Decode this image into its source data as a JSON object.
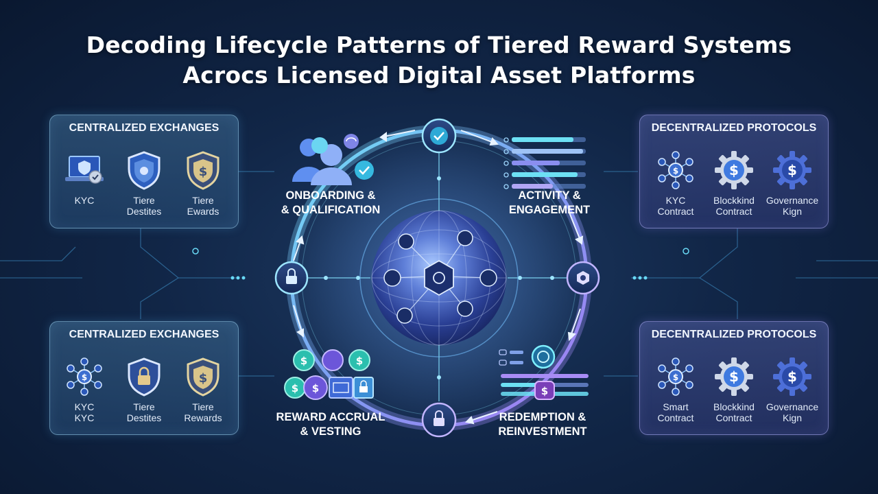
{
  "title": {
    "line1": "Decoding Lifecycle Patterns of Tiered Reward Systems",
    "line2": "Acrocs Licensed Digital Asset Platforms"
  },
  "panels": {
    "top_left": {
      "title": "CENTRALIZED EXCHANGES",
      "items": [
        {
          "icon": "laptop-shield-icon",
          "line1": "KYC",
          "line2": ""
        },
        {
          "icon": "shield-badge-icon",
          "line1": "Tiere",
          "line2": "Destites"
        },
        {
          "icon": "reward-shield-icon",
          "line1": "Tiere",
          "line2": "Ewards"
        }
      ]
    },
    "bottom_left": {
      "title": "CENTRALIZED EXCHANGES",
      "items": [
        {
          "icon": "network-hub-icon",
          "line1": "KYC",
          "line2": "KYC"
        },
        {
          "icon": "lock-shield-icon",
          "line1": "Tiere",
          "line2": "Destites"
        },
        {
          "icon": "dollar-shield-icon",
          "line1": "Tiere",
          "line2": "Rewards"
        }
      ]
    },
    "top_right": {
      "title": "DECENTRALIZED PROTOCOLS",
      "items": [
        {
          "icon": "network-hub-icon",
          "line1": "KYC",
          "line2": "Contract"
        },
        {
          "icon": "dollar-gear-icon",
          "line1": "Blockkind",
          "line2": "Contract"
        },
        {
          "icon": "dollar-gear-icon",
          "line1": "Governance",
          "line2": "Kign"
        }
      ]
    },
    "bottom_right": {
      "title": "DECENTRALIZED PROTOCOLS",
      "items": [
        {
          "icon": "network-hub-icon",
          "line1": "Smart",
          "line2": "Contract"
        },
        {
          "icon": "dollar-gear-icon",
          "line1": "Blockkind",
          "line2": "Contract"
        },
        {
          "icon": "dollar-gear-icon",
          "line1": "Governance",
          "line2": "Kign"
        }
      ]
    }
  },
  "stages": {
    "onboarding": {
      "line1": "ONBOARDING &",
      "line2": "& QUALIFICATION"
    },
    "activity": {
      "line1": "ACTIVITY &",
      "line2": "ENGAGEMENT"
    },
    "reward": {
      "line1": "REWARD ACCRUAL",
      "line2": "& VESTING"
    },
    "redemption": {
      "line1": "REDEMPTION &",
      "line2": "REINVESTMENT"
    }
  },
  "colors": {
    "cyan": "#5fd3ef",
    "violet": "#9a7cf2",
    "background": "#112647"
  }
}
